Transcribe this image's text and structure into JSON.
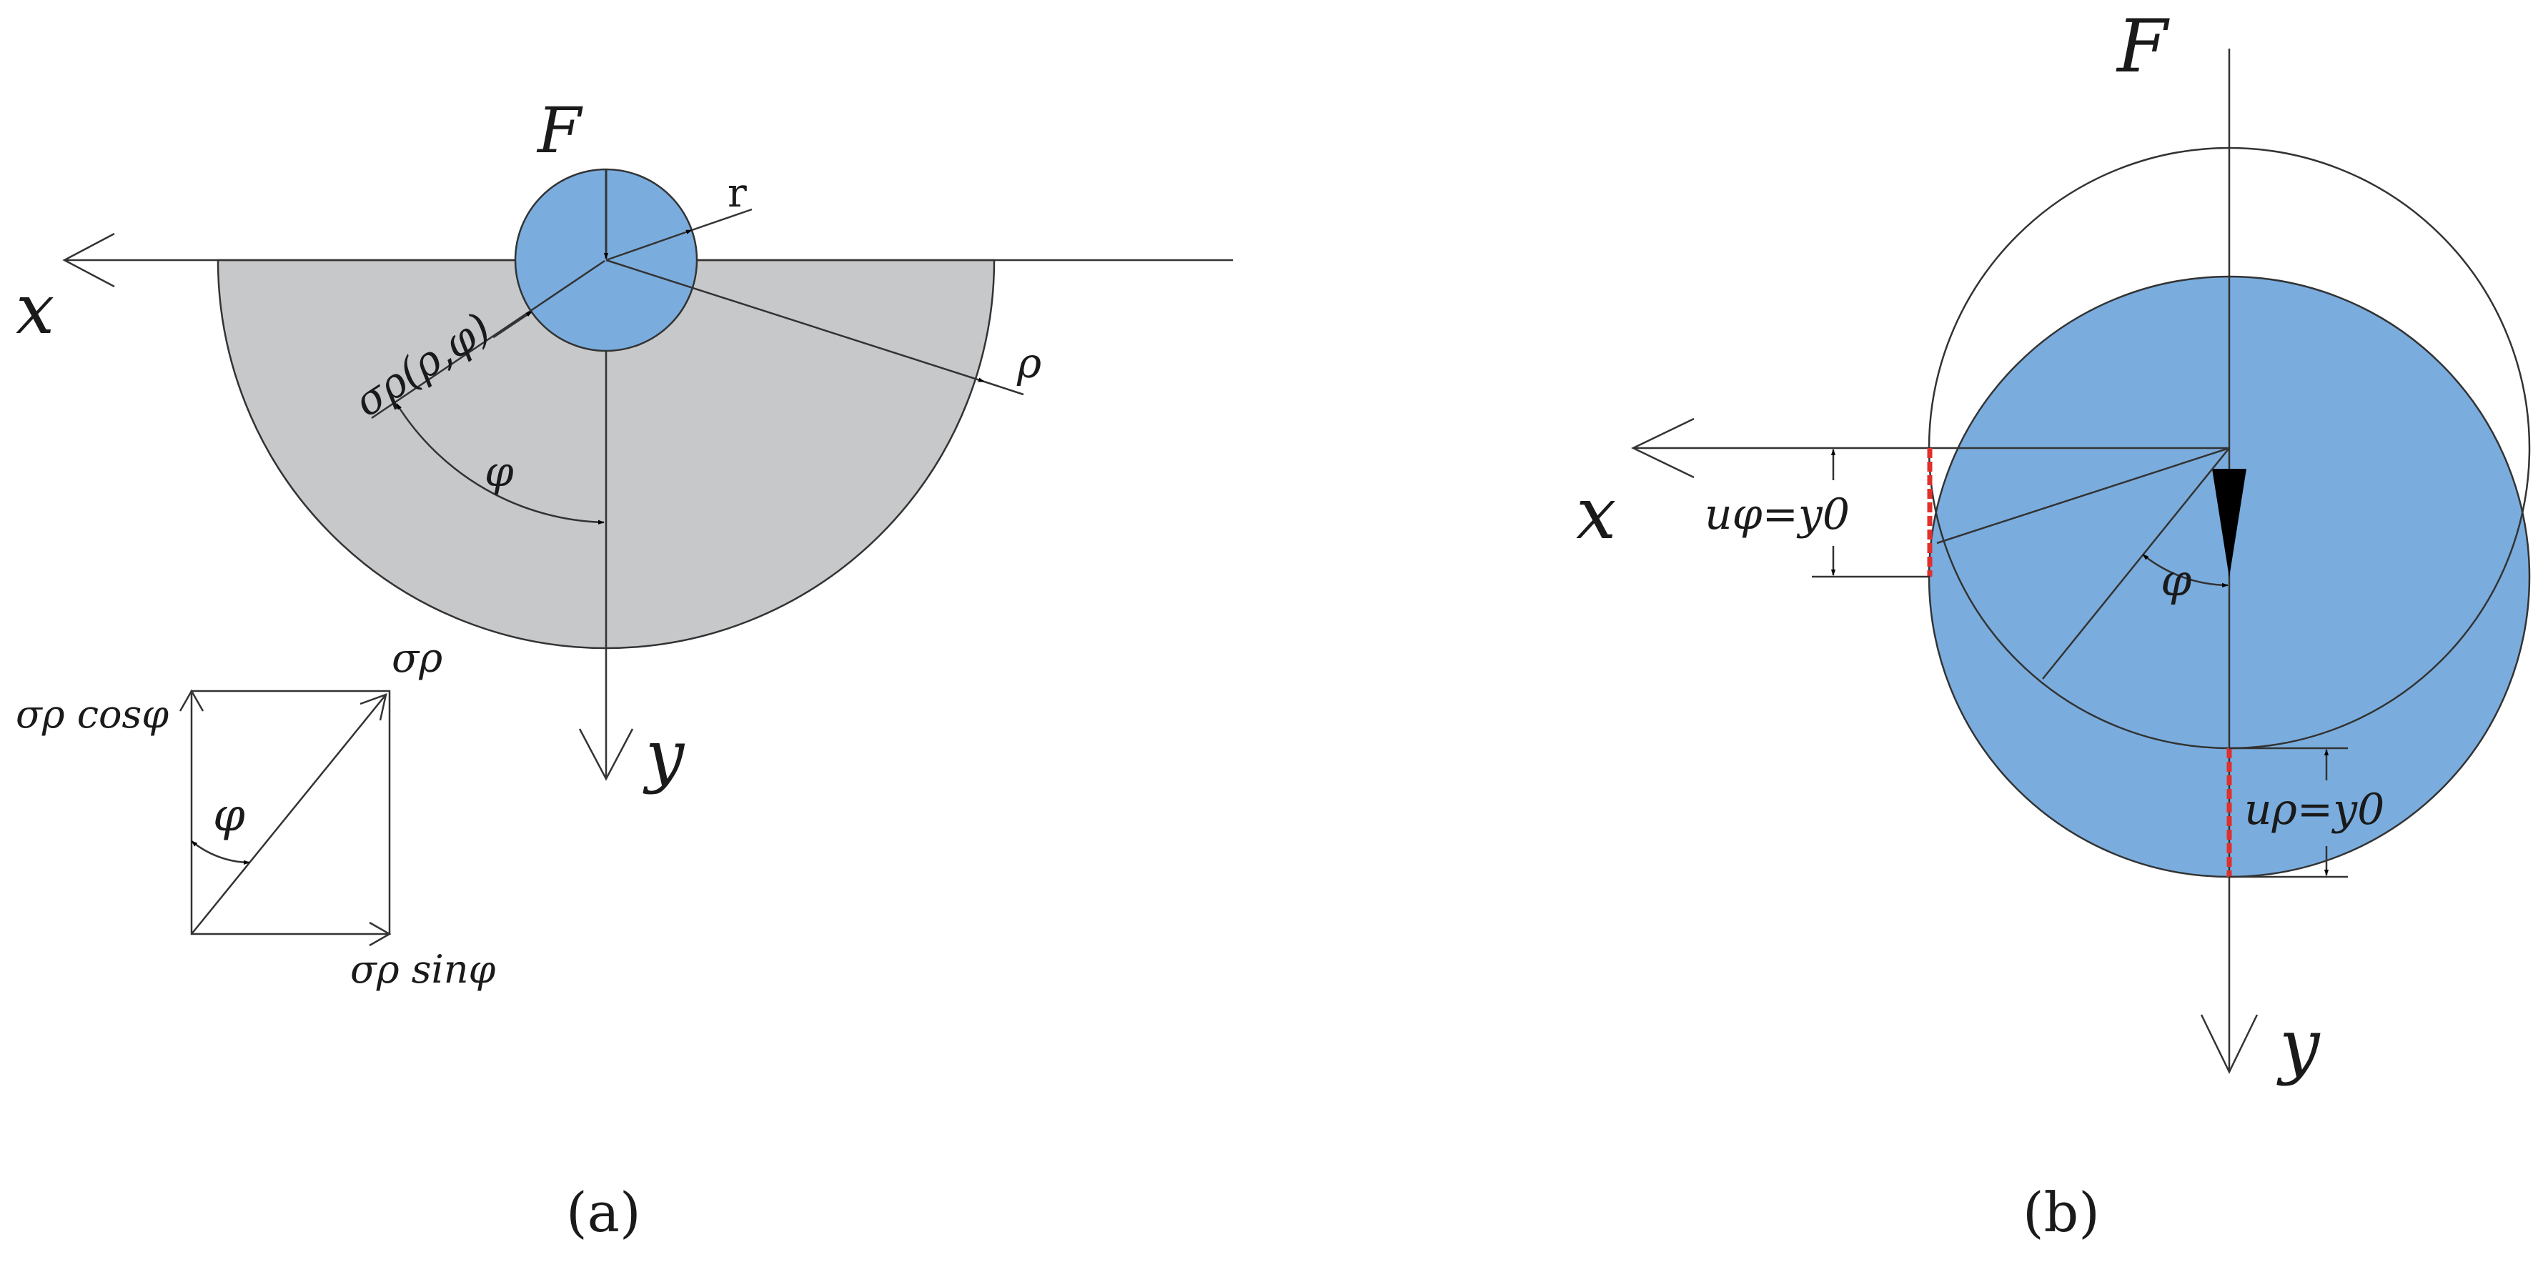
{
  "colors": {
    "ball_fill": "#7aadde",
    "soil_fill": "#c6c8ca",
    "line": "#333333",
    "displacement_marker": "#e0302c",
    "arrowhead": "#000000"
  },
  "panel_a": {
    "caption": "(a)",
    "force_label": "F",
    "x_axis_label": "x",
    "y_axis_label": "y",
    "radius_label": "r",
    "rho_label": "ρ",
    "stress_label": "σρ(ρ,φ)",
    "angle_label": "φ",
    "decomp_total_label": "σρ",
    "decomp_cos_label": "σρ cosφ",
    "decomp_sin_label": "σρ sinφ",
    "decomp_angle_label": "φ"
  },
  "panel_b": {
    "caption": "(b)",
    "force_label": "F",
    "x_axis_label": "x",
    "y_axis_label": "y",
    "angle_label": "φ",
    "u_phi_label": "uφ=y0",
    "u_rho_label": "uρ=y0"
  }
}
